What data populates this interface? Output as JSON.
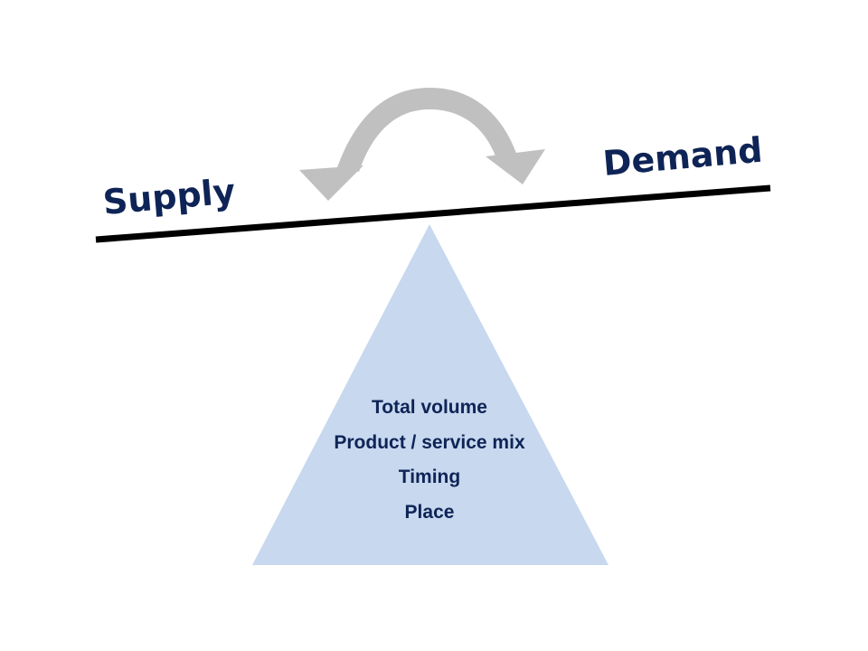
{
  "diagram": {
    "supply_label": "Supply",
    "demand_label": "Demand",
    "factors": [
      "Total volume",
      "Product / service mix",
      "Timing",
      "Place"
    ]
  },
  "colors": {
    "text": "#0f2456",
    "beam": "#000000",
    "fulcrum": "#c7d8ef",
    "arrow": "#c0c0c0"
  },
  "icons": {
    "arrow": "curved-double-arrow-icon"
  }
}
